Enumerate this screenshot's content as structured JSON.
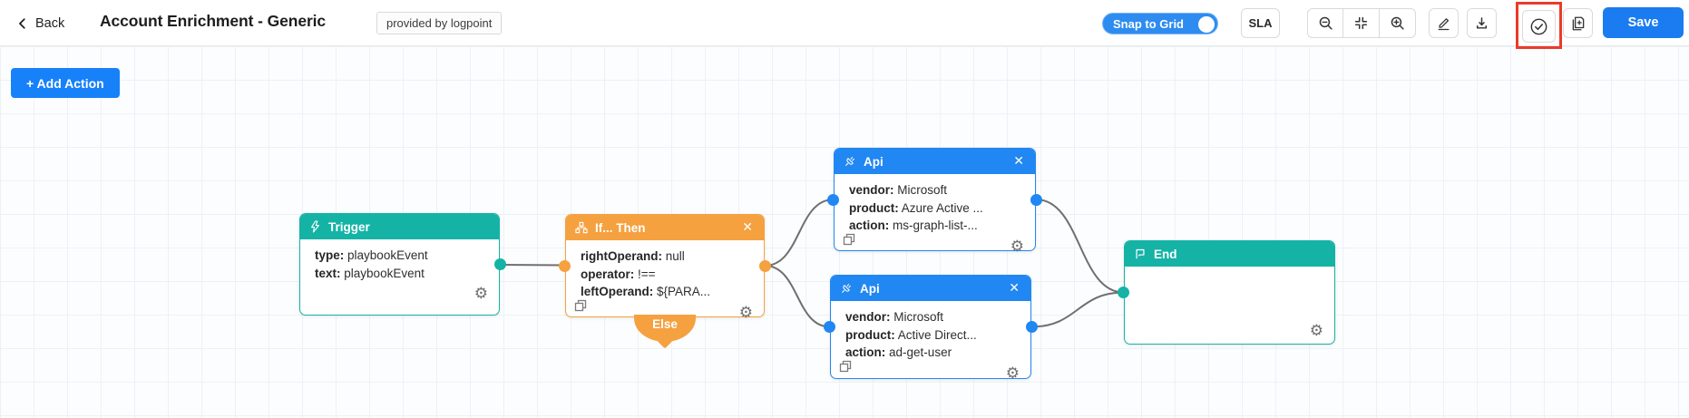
{
  "header": {
    "back_label": "Back",
    "title": "Account Enrichment - Generic",
    "badge": "provided by logpoint",
    "snap_to_grid_label": "Snap to Grid",
    "sla_label": "SLA",
    "save_label": "Save"
  },
  "glyphs": {
    "close": "✕",
    "gear": "⚙"
  },
  "canvas": {
    "add_action_label": "+ Add Action",
    "nodes": {
      "trigger": {
        "title": "Trigger",
        "fields": [
          {
            "key": "type:",
            "value": "playbookEvent"
          },
          {
            "key": "text:",
            "value": "playbookEvent"
          }
        ]
      },
      "if_then": {
        "title": "If... Then",
        "else_label": "Else",
        "fields": [
          {
            "key": "rightOperand:",
            "value": "null"
          },
          {
            "key": "operator:",
            "value": "!=="
          },
          {
            "key": "leftOperand:",
            "value": "${PARA..."
          }
        ]
      },
      "api_top": {
        "title": "Api",
        "fields": [
          {
            "key": "vendor:",
            "value": "Microsoft"
          },
          {
            "key": "product:",
            "value": "Azure Active ..."
          },
          {
            "key": "action:",
            "value": "ms-graph-list-..."
          }
        ]
      },
      "api_bottom": {
        "title": "Api",
        "fields": [
          {
            "key": "vendor:",
            "value": "Microsoft"
          },
          {
            "key": "product:",
            "value": "Active Direct..."
          },
          {
            "key": "action:",
            "value": "ad-get-user"
          }
        ]
      },
      "end": {
        "title": "End"
      }
    }
  },
  "colors": {
    "teal": "#14b3a6",
    "orange": "#f5a140",
    "api_blue": "#2187f2",
    "primary_blue": "#1a7cf0",
    "highlight_red": "#ec3a28",
    "edge_gray": "#6f6f6f"
  }
}
